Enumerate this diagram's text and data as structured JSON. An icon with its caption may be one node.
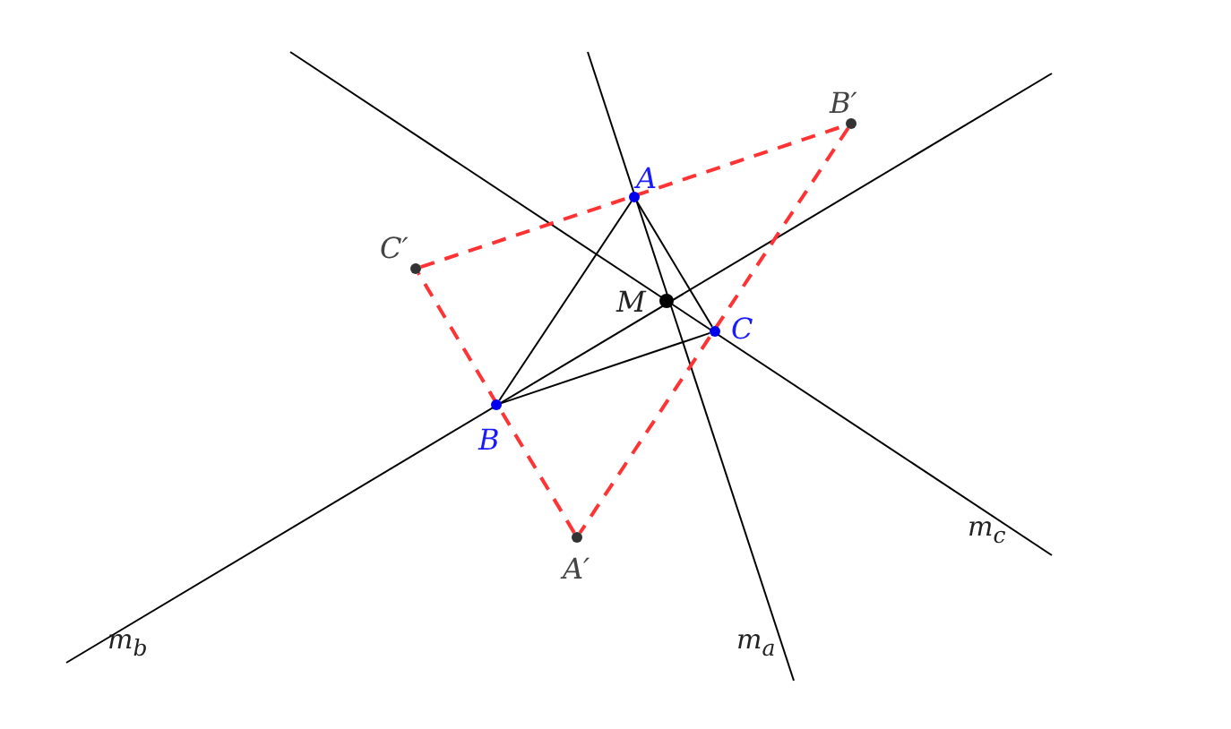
{
  "diagram": {
    "nodes": [
      {
        "text": [],
        "shape": "circle",
        "beside": [
          "B′"
        ]
      },
      {
        "text": [],
        "shape": "circle",
        "beside": [
          "A"
        ]
      },
      {
        "text": [],
        "shape": "circle",
        "beside": [
          "C′"
        ]
      },
      {
        "text": [],
        "shape": "circle",
        "beside": [
          "M"
        ]
      },
      {
        "text": [],
        "shape": "circle",
        "beside": [
          "C"
        ]
      },
      {
        "text": [],
        "shape": "circle",
        "beside": [
          "B"
        ]
      },
      {
        "text": [],
        "shape": "circle",
        "beside": [
          "A′"
        ]
      }
    ],
    "edges": [
      {
        "from": 1,
        "to": 5,
        "arrow": "none"
      },
      {
        "from": 5,
        "to": 4,
        "arrow": "none"
      },
      {
        "from": 4,
        "to": 1,
        "arrow": "none"
      },
      {
        "from": 2,
        "to": 0,
        "arrow": "none",
        "style": "dashed",
        "color": "#ff3333"
      },
      {
        "from": 0,
        "to": 6,
        "arrow": "none",
        "style": "dashed",
        "color": "#ff3333"
      },
      {
        "from": 6,
        "to": 2,
        "arrow": "none",
        "style": "dashed",
        "color": "#ff3333"
      }
    ],
    "labels": [
      "m$_{c}$",
      "m$_{b}$",
      "m$_{a}$"
    ]
  }
}
